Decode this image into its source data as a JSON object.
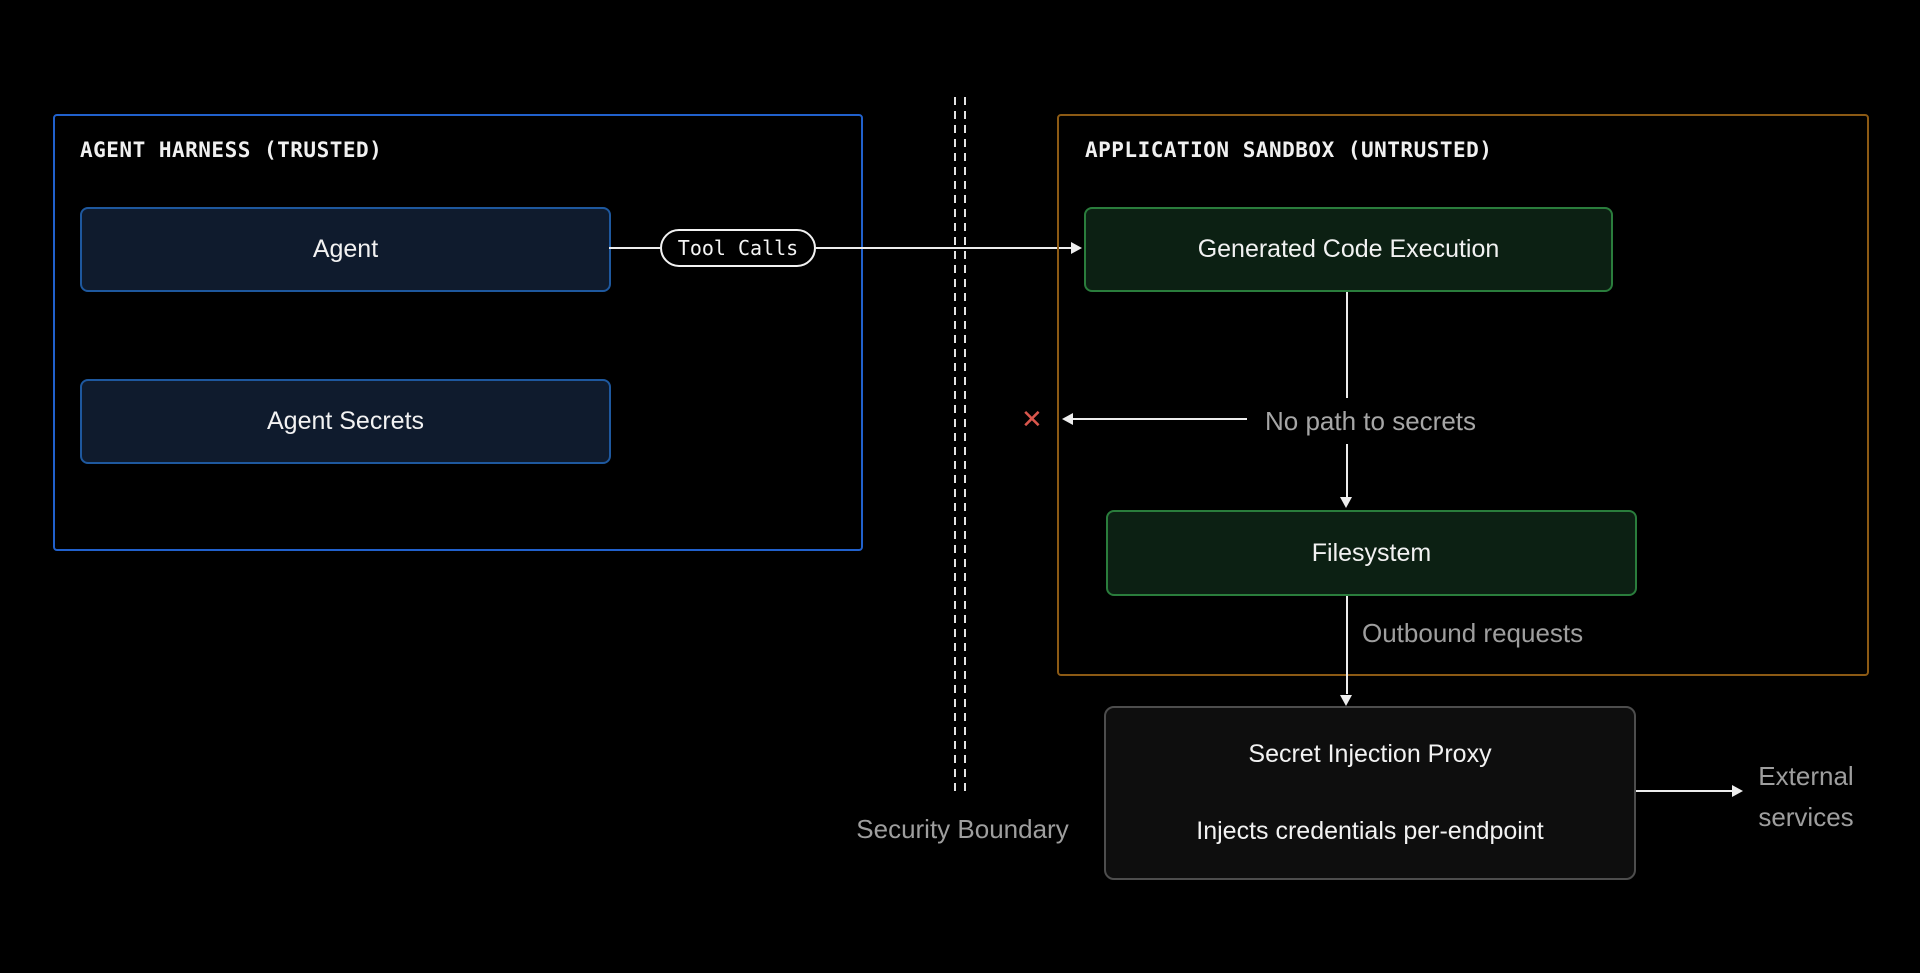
{
  "diagram": {
    "agent_harness": {
      "title": "AGENT HARNESS (TRUSTED)",
      "agent_label": "Agent",
      "agent_secrets_label": "Agent Secrets"
    },
    "tool_calls_label": "Tool Calls",
    "security_boundary_label": "Security Boundary",
    "sandbox": {
      "title": "APPLICATION SANDBOX (UNTRUSTED)",
      "generated_code_execution_label": "Generated Code Execution",
      "no_path_label": "No path to secrets",
      "blocked_x": "✕",
      "filesystem_label": "Filesystem",
      "outbound_label": "Outbound requests"
    },
    "proxy": {
      "title": "Secret Injection Proxy",
      "subtitle": "Injects credentials per-endpoint"
    },
    "external_services": {
      "line1": "External",
      "line2": "services"
    },
    "colors": {
      "background": "#000000",
      "trusted_border": "#2161cc",
      "trusted_node_border": "#1e589e",
      "trusted_node_fill": "#0f1b2d",
      "untrusted_border": "#8c5a14",
      "sandbox_node_border": "#2a7d3c",
      "sandbox_node_fill": "#0c2013",
      "proxy_border": "#4d4d4d",
      "proxy_fill": "#0e0e0e",
      "connector_line": "#ededed",
      "muted_text": "#9e9e9e",
      "blocked_x": "#d9564c"
    }
  }
}
